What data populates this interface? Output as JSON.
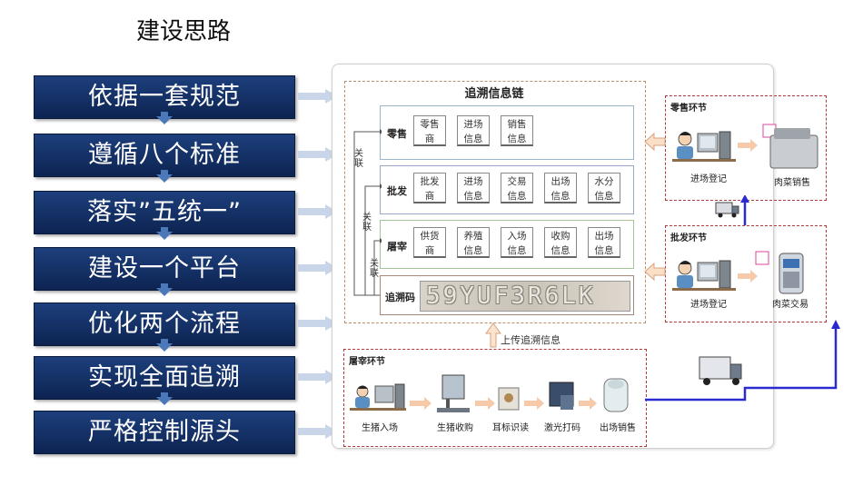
{
  "title": "建设思路",
  "steps": [
    "依据一套规范",
    "遵循八个标准",
    "落实”五统一”",
    "建设一个平台",
    "优化两个流程",
    "实现全面追溯",
    "严格控制源头"
  ],
  "chain": {
    "title": "追溯信息链",
    "rows": [
      {
        "label": "零售",
        "cells": [
          "零售商",
          "进场信息",
          "销售信息"
        ]
      },
      {
        "label": "批发",
        "cells": [
          "批发商",
          "进场信息",
          "交易信息",
          "出场信息",
          "水分信息"
        ]
      },
      {
        "label": "屠宰",
        "cells": [
          "供货商",
          "养殖信息",
          "入场信息",
          "收购信息",
          "出场信息"
        ]
      }
    ],
    "code_label": "追溯码",
    "code_value": "59YUF3R6LK",
    "link_label": "关联"
  },
  "upload_label": "上传追溯信息",
  "retail": {
    "title": "零售环节",
    "register": "进场登记",
    "sale": "肉菜销售"
  },
  "wholesale": {
    "title": "批发环节",
    "register": "进场登记",
    "trade": "肉菜交易"
  },
  "slaughter": {
    "title": "屠宰环节",
    "steps": [
      "生猪入场",
      "生猪收购",
      "耳标识读",
      "激光打码",
      "出场销售"
    ]
  }
}
